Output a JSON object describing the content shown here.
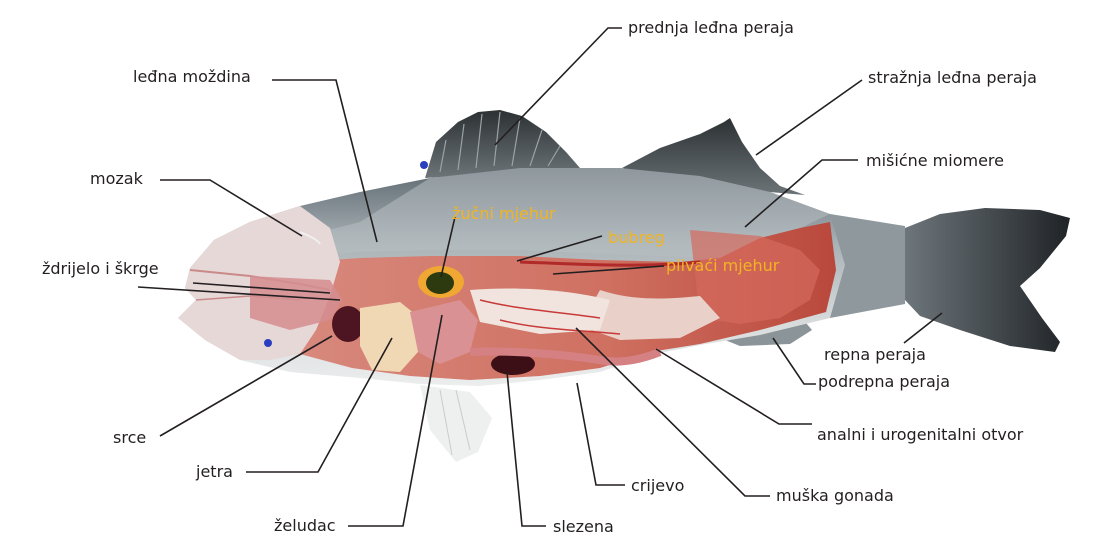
{
  "labels": {
    "prednja_ledna_peraja": "prednja leđna peraja",
    "ledna_mozdina": "leđna moždina",
    "straznja_ledna_peraja": "stražnja leđna peraja",
    "misicne_miomere": "mišićne miomere",
    "mozak": "mozak",
    "zucni_mjehur": "žučni mjehur",
    "bubreg": "bubreg",
    "plivaci_mjehur": "plivaći mjehur",
    "zdrijelo_i_skrge": "ždrijelo i škrge",
    "repna_peraja": "repna peraja",
    "podrepna_peraja": "podrepna peraja",
    "analni_i_urogenitalni_otvor": "analni i urogenitalni otvor",
    "srce": "srce",
    "jetra": "jetra",
    "crijevo": "crijevo",
    "muska_gonada": "muška gonada",
    "zeludac": "želudac",
    "slezena": "slezena"
  },
  "colors": {
    "label_text": "#231f20",
    "inner_label_text": "#f2b420",
    "leader_line": "#231f20"
  }
}
